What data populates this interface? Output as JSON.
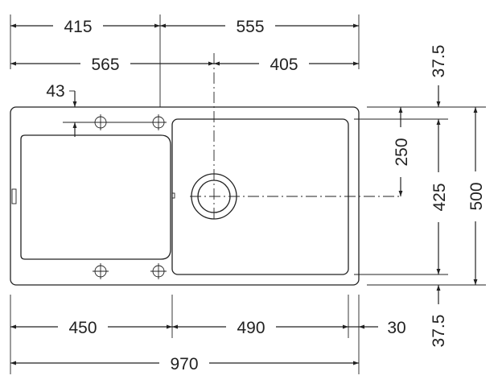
{
  "dimensions": {
    "top_left_width": "415",
    "top_right_width": "555",
    "bowl_center_left": "565",
    "bowl_center_right": "405",
    "hole_offset": "43",
    "bowl_center_depth": "250",
    "bowl_depth": "425",
    "overall_depth": "500",
    "top_margin": "37.5",
    "bottom_margin": "37.5",
    "drainer_width": "450",
    "bowl_width": "490",
    "right_rim": "30",
    "overall_width": "970"
  }
}
